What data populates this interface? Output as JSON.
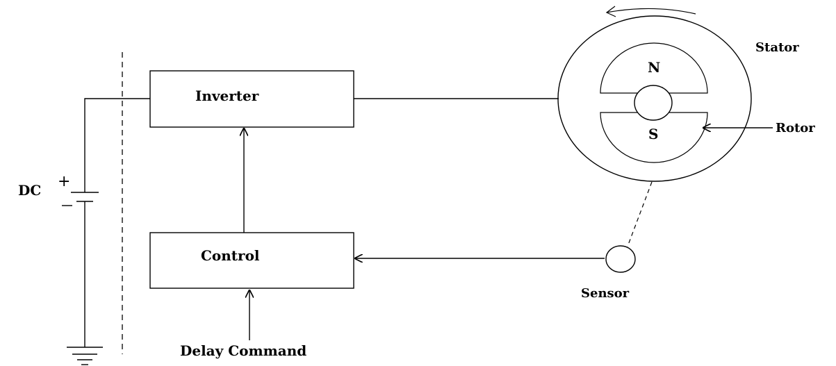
{
  "labels": {
    "inverter": "Inverter",
    "control": "Control",
    "dc": "DC",
    "plus": "+",
    "stator": "Stator",
    "rotor": "Rotor",
    "sensor": "Sensor",
    "delay_command": "Delay Command",
    "north": "N",
    "south": "S"
  }
}
